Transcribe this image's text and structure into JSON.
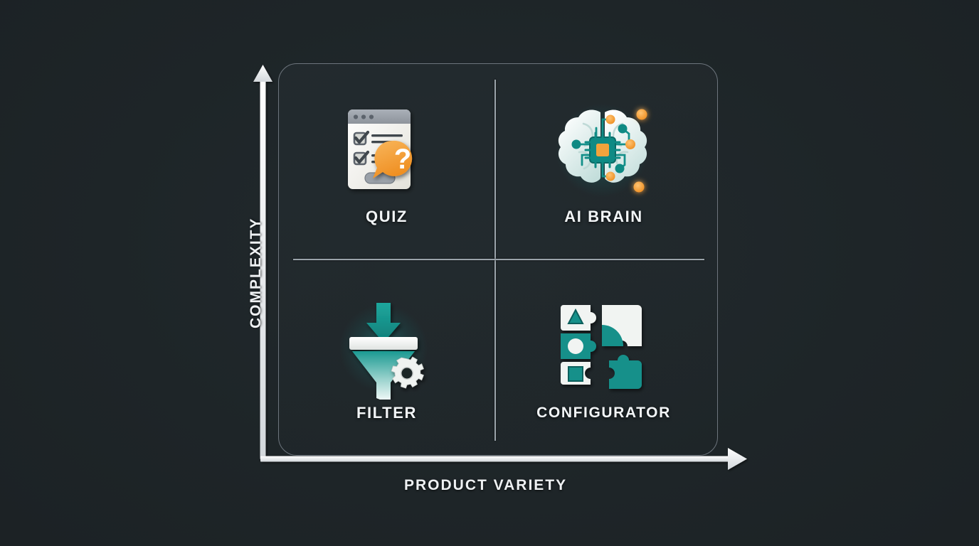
{
  "diagram": {
    "type": "2x2-matrix",
    "background_color": "#1e2528",
    "axes": {
      "y_label": "COMPLEXITY",
      "x_label": "PRODUCT VARIETY",
      "axis_color": "#ffffff",
      "y_arrow_icon": "arrow-up-icon",
      "x_arrow_icon": "arrow-right-icon"
    },
    "panel": {
      "border_color": "#6d757d",
      "divider_color": "#9aa3aa"
    },
    "quadrants": [
      {
        "id": "top-left",
        "label": "QUIZ",
        "icon": "quiz-window-icon",
        "position": "high-complexity-low-variety",
        "accent_color": "#f2a33c"
      },
      {
        "id": "top-right",
        "label": "AI BRAIN",
        "icon": "ai-brain-chip-icon",
        "position": "high-complexity-high-variety",
        "accent_color": "#17a49a"
      },
      {
        "id": "bottom-left",
        "label": "FILTER",
        "icon": "funnel-gear-icon",
        "position": "low-complexity-low-variety",
        "accent_color": "#17a49a"
      },
      {
        "id": "bottom-right",
        "label": "CONFIGURATOR",
        "icon": "puzzle-pieces-icon",
        "position": "low-complexity-high-variety",
        "accent_color": "#0f8a84"
      }
    ],
    "palette": {
      "teal": "#14908a",
      "teal_dark": "#0d7c77",
      "orange": "#f2a33c",
      "orange_deep": "#ef8f22",
      "white": "#f4f6f4",
      "gray": "#8e959c",
      "gray_dark": "#5c646c"
    }
  }
}
